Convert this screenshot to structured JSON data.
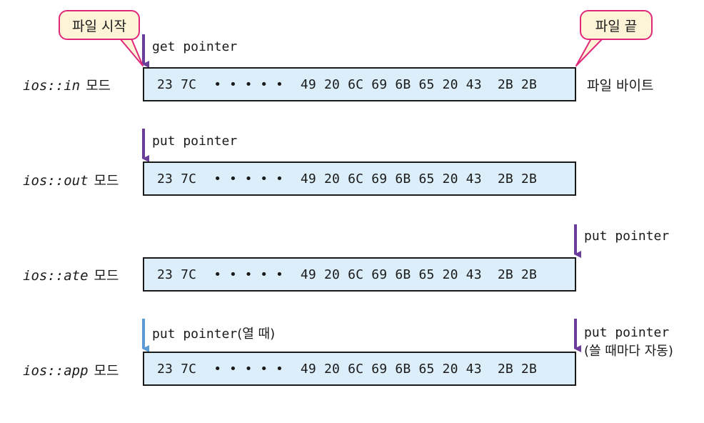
{
  "callouts": {
    "file_start": "파일 시작",
    "file_end": "파일 끝"
  },
  "file_bytes_label": "파일 바이트",
  "bytes": {
    "head": "23 7C",
    "dots": "• • • • •",
    "tail": "49 20 6C 69 6B 65 20 43  2B 2B"
  },
  "modes": [
    {
      "code": "ios::in",
      "label": "모드",
      "pointer": "get pointer",
      "position": "start"
    },
    {
      "code": "ios::out",
      "label": "모드",
      "pointer": "put pointer",
      "position": "start"
    },
    {
      "code": "ios::ate",
      "label": "모드",
      "pointer": "put pointer",
      "position": "end"
    },
    {
      "code": "ios::app",
      "label": "모드",
      "pointer_open": "put pointer",
      "pointer_open_note": "(열 때)",
      "pointer_write": "put pointer",
      "pointer_write_note": "(쓸 때마다 자동)",
      "position": "start+end"
    }
  ],
  "colors": {
    "bar_fill": "#dbeefa",
    "callout_fill": "#fdf3d7",
    "callout_border": "#e0287a",
    "arrow_purple": "#6a3d9a",
    "arrow_blue": "#5b9bd5"
  }
}
